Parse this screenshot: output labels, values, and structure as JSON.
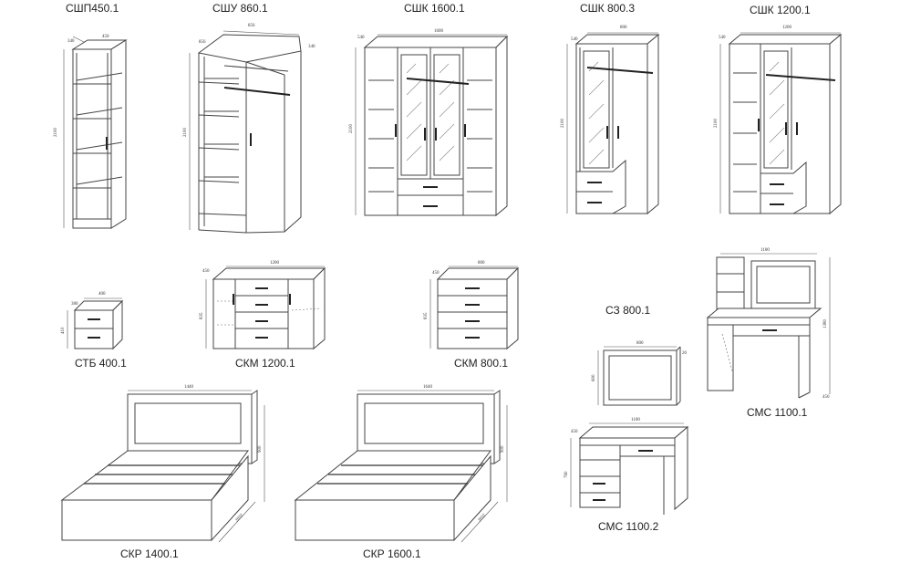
{
  "labels": {
    "sship450": "СШП450.1",
    "sshu860": "СШУ 860.1",
    "sshk1600": "СШК 1600.1",
    "sshk800": "СШК 800.3",
    "sshk1200": "СШК 1200.1",
    "stb400": "СТБ 400.1",
    "skm1200": "СКМ 1200.1",
    "skm800": "СКМ 800.1",
    "sz800": "СЗ 800.1",
    "sms1100_1": "СМС 1100.1",
    "sms1100_2": "СМС 1100.2",
    "skr1400": "СКР 1400.1",
    "skr1600": "СКР 1600.1"
  },
  "dims": {
    "sship_w": "450",
    "sship_d": "340",
    "sship_h": "2100",
    "sshu_w": "856",
    "sshu_d1": "856",
    "sshu_d2": "340",
    "sshu_h": "2100",
    "sshk1600_w": "1600",
    "sshk1600_d": "540",
    "sshk1600_h": "2100",
    "sshk800_w": "800",
    "sshk800_d": "540",
    "sshk800_h": "2100",
    "sshk1200_w": "1200",
    "sshk1200_d": "540",
    "sshk1200_h": "2100",
    "stb_w": "400",
    "stb_d": "380",
    "stb_h": "410",
    "skm1200_w": "1200",
    "skm1200_d": "450",
    "skm1200_h": "835",
    "skm800_w": "800",
    "skm800_d": "450",
    "skm800_h": "835",
    "sz_w": "800",
    "sz_d": "20",
    "sz_h": "600",
    "sms1_w": "1100",
    "sms1_d": "450",
    "sms1_h": "1380",
    "sms2_w": "1100",
    "sms2_d": "450",
    "sms2_h": "760",
    "skr1400_w": "1440",
    "skr1400_h": "900",
    "skr1400_l": "2032",
    "skr1600_w": "1640",
    "skr1600_h": "900",
    "skr1600_l": "2032"
  }
}
